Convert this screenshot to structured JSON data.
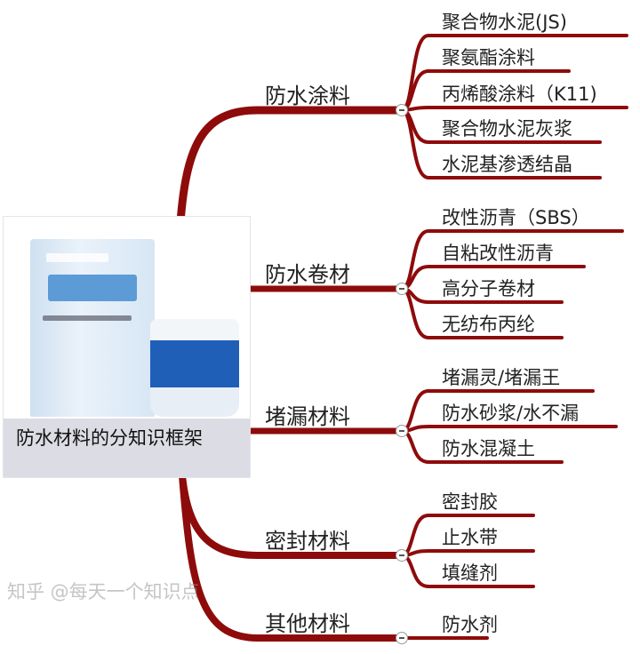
{
  "root": {
    "title": "防水材料的分知识框架",
    "image": "waterproof-coating-products-photo"
  },
  "colors": {
    "branch": "#8e0b0b",
    "caption_bg": "#dcdce4"
  },
  "branches": [
    {
      "label": "防水涂料",
      "items": [
        "聚合物水泥(JS)",
        "聚氨酯涂料",
        "丙烯酸涂料（K11)",
        "聚合物水泥灰浆",
        "水泥基渗透结晶"
      ]
    },
    {
      "label": "防水卷材",
      "items": [
        "改性沥青（SBS）",
        "自粘改性沥青",
        "高分子卷材",
        "无纺布丙纶"
      ]
    },
    {
      "label": "堵漏材料",
      "items": [
        "堵漏灵/堵漏王",
        "防水砂浆/水不漏",
        "防水混凝土"
      ]
    },
    {
      "label": "密封材料",
      "items": [
        "密封胶",
        "止水带",
        "填缝剂"
      ]
    },
    {
      "label": "其他材料",
      "items": [
        "防水剂"
      ]
    }
  ],
  "watermark": "知乎 @每天一个知识点"
}
